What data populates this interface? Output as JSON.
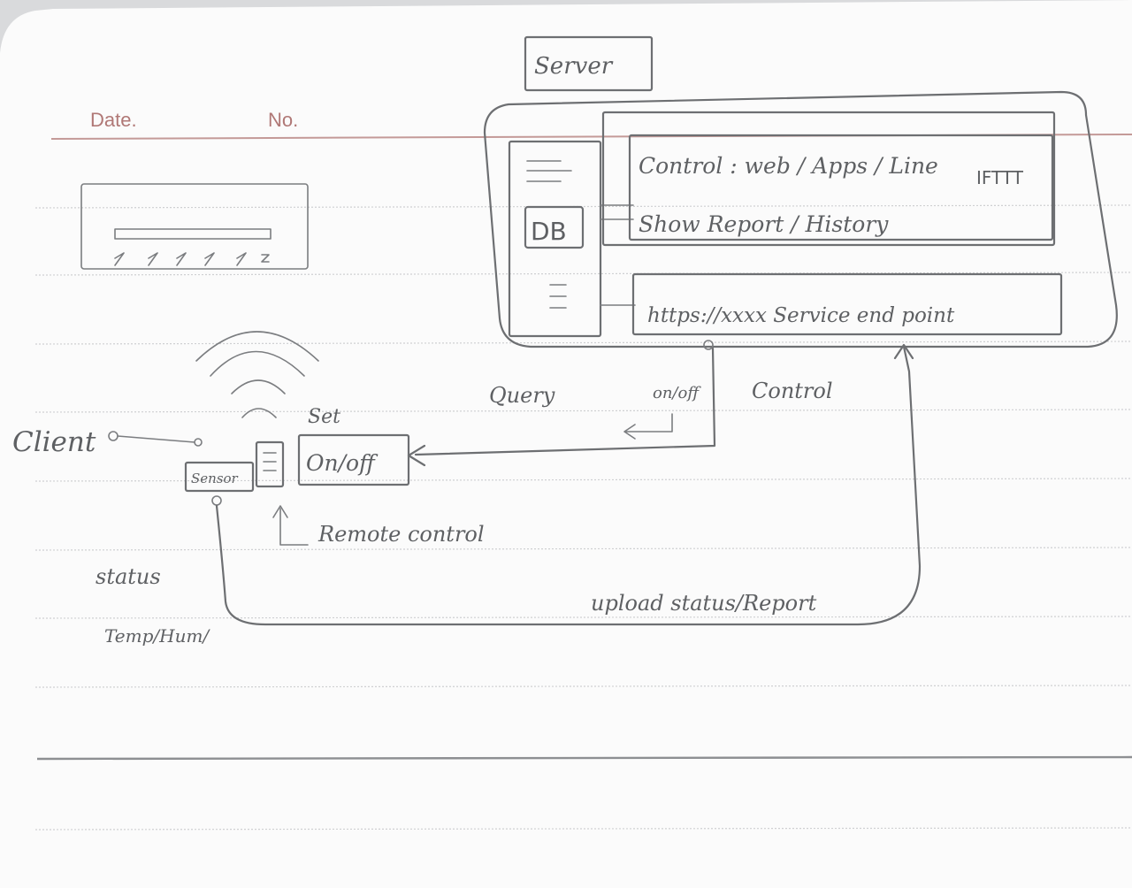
{
  "notebook": {
    "date_label": "Date.",
    "no_label": "No."
  },
  "diagram": {
    "server_title": "Server",
    "db_label": "DB",
    "control_line": "Control : web / Apps / Line",
    "ifttt_label": "IFTTT",
    "show_report_line": "Show Report / History",
    "endpoint_line": "https://xxxx  Service end point",
    "query_label": "Query",
    "onoff_small_label": "on/off",
    "control_label": "Control",
    "client_label": "Client",
    "sensor_label": "Sensor",
    "set_label": "Set",
    "onoff_box_label": "On/off",
    "remote_control_label": "Remote control",
    "status_label": "status",
    "temp_hum_label": "Temp/Hum/",
    "upload_label": "upload status/Report"
  },
  "colors": {
    "paper": "#fbfbfb",
    "pencil": "#6d6f72",
    "rule_red": "#c49a98",
    "rule_gray": "#bfc0c2"
  }
}
